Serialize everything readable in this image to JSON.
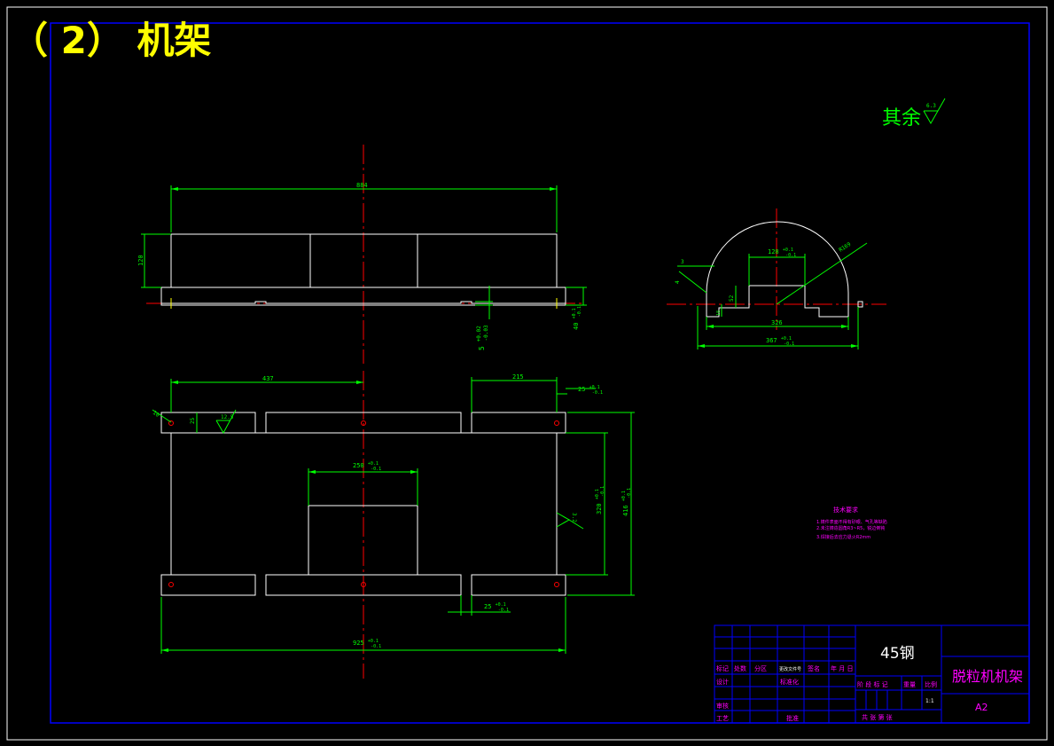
{
  "header": {
    "title": "（ 2） 机架"
  },
  "surface": {
    "prefix": "其余",
    "roughness": "6.3"
  },
  "front_view": {
    "overall_length": "884",
    "height": "120",
    "dim_right_main": "40",
    "dim_right_tol_top": "+0.1",
    "dim_right_tol_bottom": "-0.1",
    "dim_vert_main": "5",
    "dim_vert_tol_top": "+0.02",
    "dim_vert_tol_bottom": "-0.03"
  },
  "top_view": {
    "dim_left": "437",
    "dim_right": "215",
    "dim_small_main": "25",
    "dim_small_tol_top": "+0.1",
    "dim_small_tol_bottom": "-0.1",
    "dim_10": "10",
    "dim_25": "25",
    "roughness_left": "12.5",
    "dim_center_main": "250",
    "dim_center_tol_top": "+0.1",
    "dim_center_tol_bottom": "-0.1",
    "roughness_right": "3.2",
    "dim_320_main": "320",
    "dim_320_tol_top": "+0.1",
    "dim_320_tol_bottom": "-0.1",
    "dim_416_main": "416",
    "dim_416_tol_top": "+0.1",
    "dim_416_tol_bottom": "-0.1",
    "dim_bottom_main": "25",
    "dim_bottom_tol_top": "+0.1",
    "dim_bottom_tol_bottom": "-0.1",
    "dim_overall_main": "925",
    "dim_overall_tol_top": "+0.1",
    "dim_overall_tol_bottom": "-0.1"
  },
  "side_view": {
    "dim_3": "3",
    "dim_4": "4",
    "dim_128_main": "128",
    "dim_128_tol_top": "+0.1",
    "dim_128_tol_bottom": "-0.1",
    "radius": "R169",
    "dim_52": "52",
    "dim_18": "18",
    "dim_326": "326",
    "dim_367_main": "367",
    "dim_367_tol_top": "+0.1",
    "dim_367_tol_bottom": "-0.1"
  },
  "notes": {
    "title": "技术要求",
    "items": [
      "1.铸件表面不得有砂眼、气孔等缺陷",
      "2.未注铸造圆角R3~R5，锐边倒钝",
      "3.焊接后去应力退火R2mm"
    ]
  },
  "title_block": {
    "material": "45钢",
    "part_name": "脱粒机机架",
    "sheet_size": "A2",
    "scale": "1:1",
    "row_labels": [
      "标记",
      "处数",
      "分区",
      "更改文件号",
      "签名",
      "年 月 日"
    ],
    "design": "设计",
    "standardization": "标准化",
    "review": "审核",
    "process": "工艺",
    "approve": "批准",
    "stage_labels": [
      "阶 段 标 记",
      "重量",
      "比例"
    ],
    "sheet_count": "共 张 第 张"
  },
  "colors": {
    "frame": "#0000ff",
    "geometry": "#ffffff",
    "dimension": "#00ff00",
    "centerline": "#ff0000",
    "notes": "#ff00ff",
    "title": "#ffff00"
  }
}
